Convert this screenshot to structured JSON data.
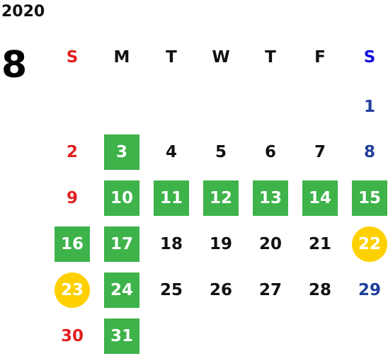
{
  "calendar": {
    "year": "2020",
    "month": "8",
    "weekdays": [
      "S",
      "M",
      "T",
      "W",
      "T",
      "F",
      "S"
    ],
    "first_weekday": 6,
    "days_in_month": 31,
    "highlights": {
      "green": [
        "3",
        "10",
        "11",
        "12",
        "13",
        "14",
        "15",
        "16",
        "17",
        "24",
        "31"
      ],
      "yellow": [
        "22",
        "23"
      ]
    },
    "colors": {
      "sunday": "#e02020",
      "saturday": "#1f3f9a",
      "weekday": "#111111",
      "highlight_green": "#3db34a",
      "highlight_yellow": "#ffd000",
      "weekday_header_saturday": "#1010e0"
    }
  }
}
